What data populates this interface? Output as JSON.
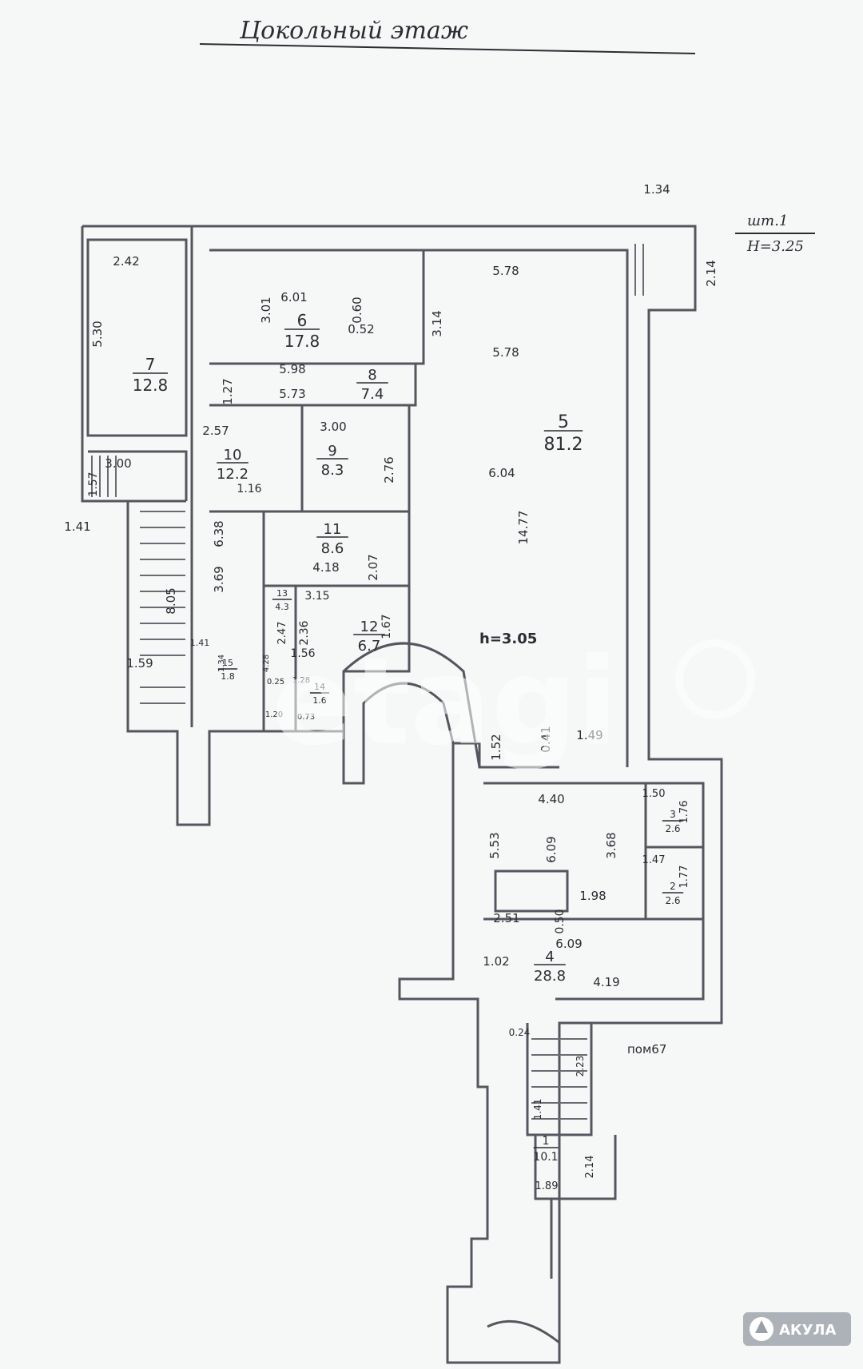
{
  "title": "Цокольный этаж",
  "stamp": {
    "line1": "шт.1",
    "line2": "Н=3.25"
  },
  "height_note": "h=3.05",
  "ref_room": "пом67",
  "watermark": "etagi",
  "brand": "АКУЛА",
  "rooms": [
    {
      "number": "1",
      "area": "10.1"
    },
    {
      "number": "2",
      "area": "2.6"
    },
    {
      "number": "3",
      "area": "2.6"
    },
    {
      "number": "4",
      "area": "28.8"
    },
    {
      "number": "5",
      "area": "81.2"
    },
    {
      "number": "6",
      "area": "17.8"
    },
    {
      "number": "7",
      "area": "12.8"
    },
    {
      "number": "8",
      "area": "7.4"
    },
    {
      "number": "9",
      "area": "8.3"
    },
    {
      "number": "10",
      "area": "12.2"
    },
    {
      "number": "11",
      "area": "8.6"
    },
    {
      "number": "12",
      "area": "6.7"
    },
    {
      "number": "13",
      "area": "4.3"
    },
    {
      "number": "14",
      "area": "1.6"
    },
    {
      "number": "15",
      "area": "1.8"
    }
  ],
  "dimensions": [
    "1.34",
    "2.14",
    "2.42",
    "5.30",
    "3.01",
    "6.01",
    "0.60",
    "0.52",
    "3.14",
    "5.78",
    "5.78",
    "5.98",
    "1.27",
    "5.73",
    "2.57",
    "3.00",
    "2.76",
    "3.00",
    "1.57",
    "1.41",
    "1.16",
    "6.38",
    "8.05",
    "6.04",
    "14.77",
    "2.07",
    "4.18",
    "3.69",
    "3.15",
    "2.47",
    "2.36",
    "1.67",
    "1.41",
    "1.34",
    "1.59",
    "1.56",
    "4.28",
    "0.25",
    "1.28",
    "1.20",
    "0.73",
    "1.52",
    "0.41",
    "1.49",
    "1.50",
    "1.76",
    "4.40",
    "5.53",
    "6.09",
    "3.68",
    "1.47",
    "1.77",
    "1.98",
    "2.51",
    "0.50",
    "6.09",
    "1.02",
    "4.19",
    "0.24",
    "2.23",
    "1.41",
    "2.14",
    "1.89"
  ]
}
